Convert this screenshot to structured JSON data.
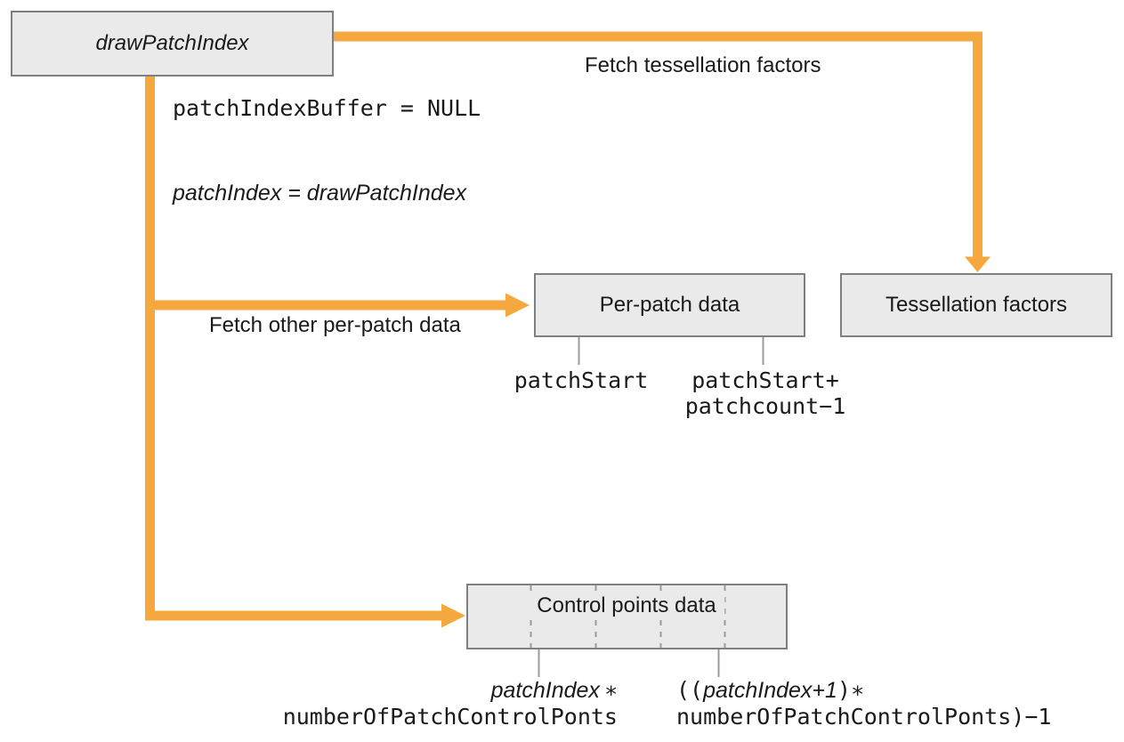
{
  "colors": {
    "accent_orange": "#F5A83E",
    "box_fill": "#EAEAEA",
    "box_border": "#7F7F7F",
    "connector_gray": "#9B9B9B",
    "text": "#1A1A1A",
    "background": "#FFFFFF"
  },
  "boxes": {
    "draw_patch_index": "drawPatchIndex",
    "per_patch_data": "Per-patch data",
    "tessellation_factors": "Tessellation factors",
    "control_points_data": "Control points data"
  },
  "arrow_labels": {
    "fetch_tessellation": "Fetch tessellation factors",
    "fetch_per_patch": "Fetch other per-patch data"
  },
  "code_labels": {
    "patch_index_buffer": "patchIndexBuffer = NULL",
    "patch_index_assign": "patchIndex = drawPatchIndex",
    "patch_start": "patchStart",
    "patch_end_line1": "patchStart+",
    "patch_end_line2": "patchcount−1",
    "cp_start_var": "patchIndex",
    "cp_start_op": "∗",
    "cp_start_line2": "numberOfPatchControlPonts",
    "cp_end_open": "((",
    "cp_end_var": "patchIndex+1",
    "cp_end_close": ")∗",
    "cp_end_line2": "numberOfPatchControlPonts)−1"
  }
}
